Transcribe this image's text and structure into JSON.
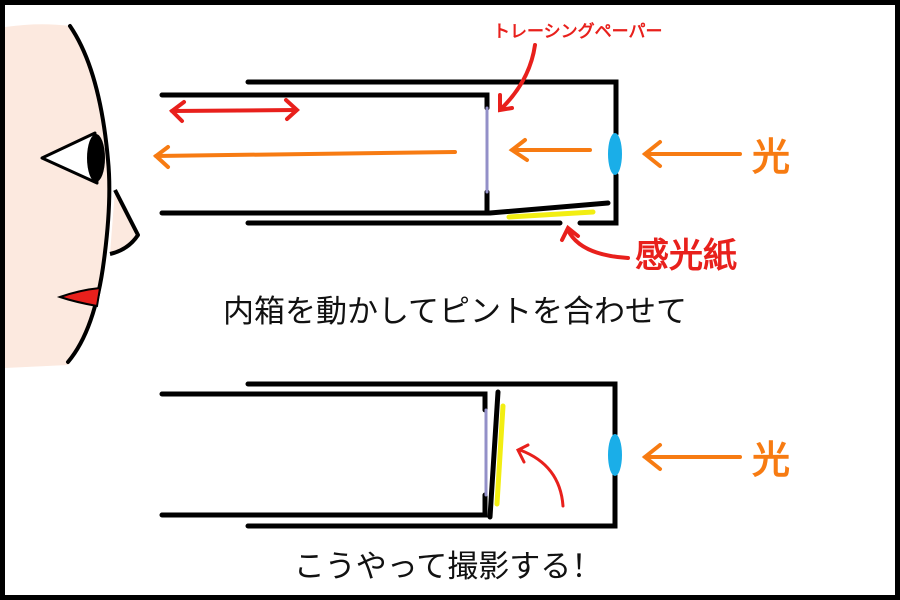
{
  "labels": {
    "tracing_paper": "トレーシングペーパー",
    "light_top": "光",
    "photo_paper": "感光紙",
    "light_bottom": "光"
  },
  "captions": {
    "focus": "内箱を動かしてピントを合わせて",
    "shoot": "こうやって撮影する！"
  },
  "colors": {
    "red": "#e8201c",
    "orange": "#f77b12",
    "lens": "#1aaee8",
    "tracing": "#9390c8",
    "photo_paper": "#f2ee12",
    "skin": "#fce9df"
  }
}
